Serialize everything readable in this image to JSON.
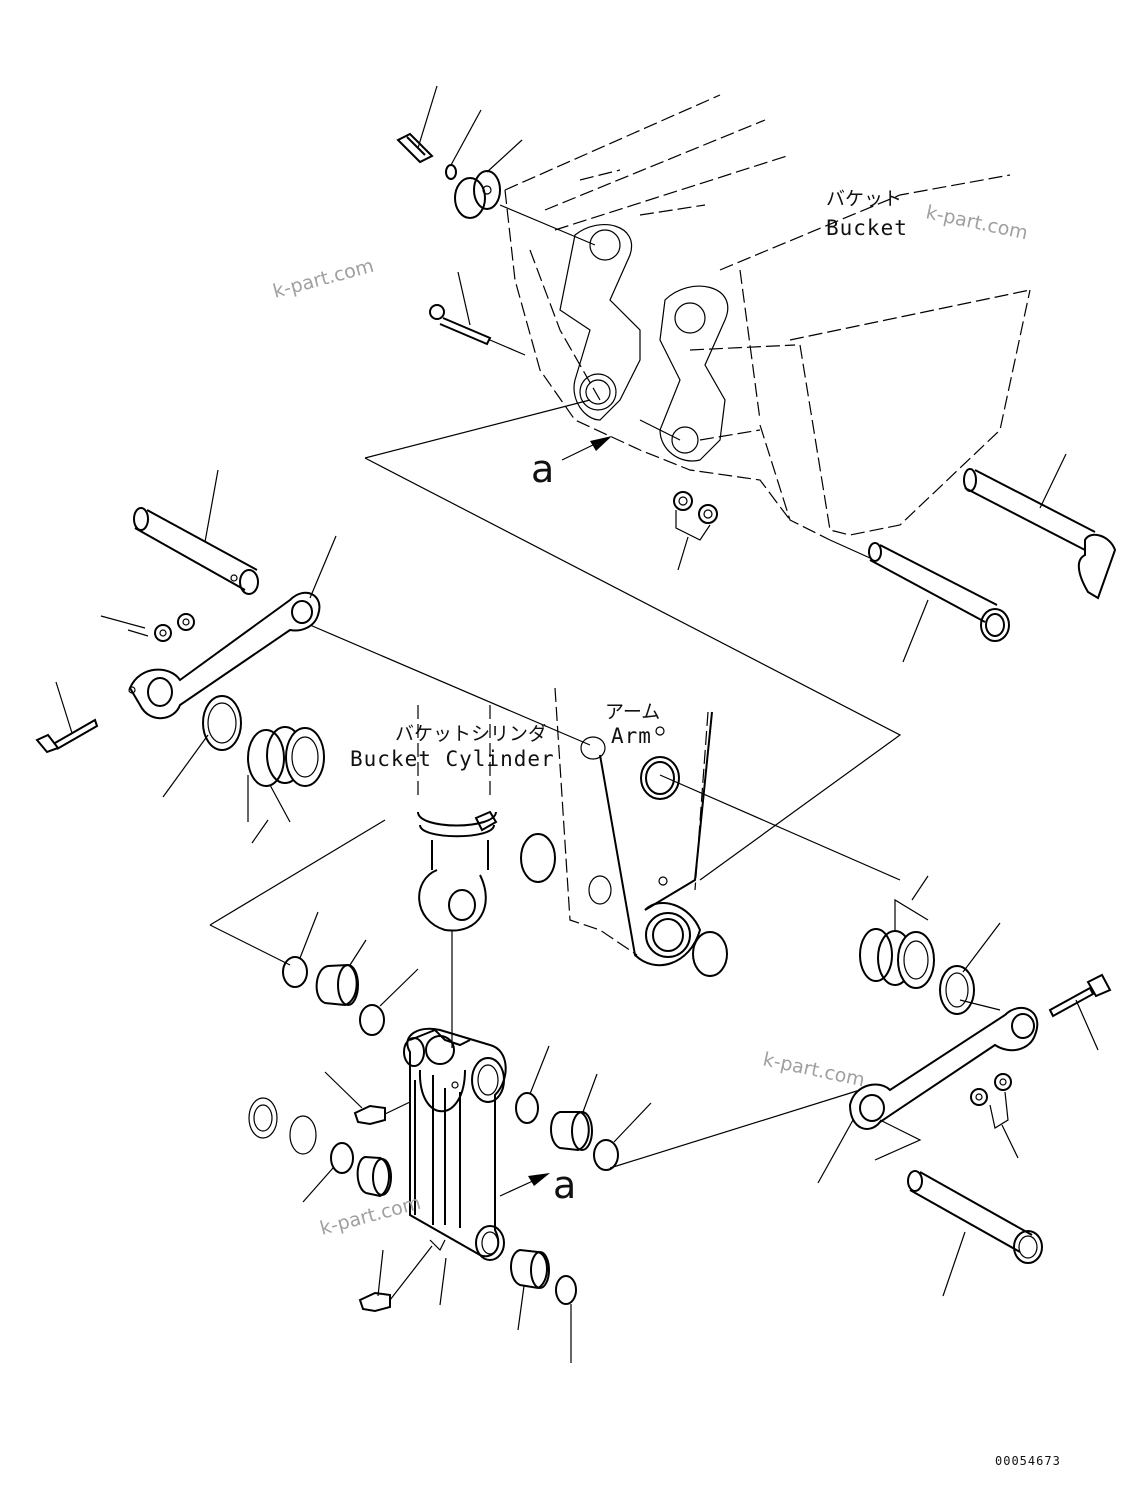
{
  "labels": {
    "bucket_jp": "バケット",
    "bucket_en": "Bucket",
    "arm_jp": "アーム",
    "arm_en": "Arm",
    "cylinder_jp": "バケットシリンダ",
    "cylinder_en": "Bucket Cylinder",
    "view_a_top": "a",
    "view_a_bottom": "a"
  },
  "watermark": "k-part.com",
  "drawing_code": "00054673"
}
